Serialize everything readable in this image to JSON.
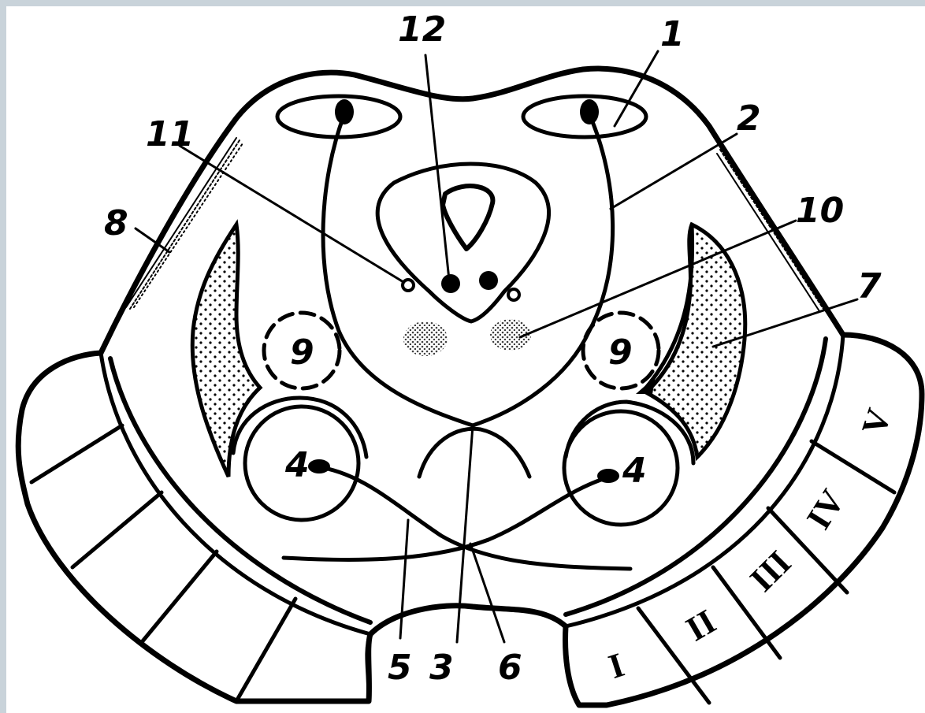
{
  "diagram": {
    "labels": {
      "l1": "1",
      "l2": "2",
      "l3": "3",
      "l4a": "4",
      "l4b": "4",
      "l5": "5",
      "l6": "6",
      "l7": "7",
      "l8": "8",
      "l9a": "9",
      "l9b": "9",
      "l10": "10",
      "l11": "11",
      "l12": "12"
    },
    "segments": [
      "I",
      "II",
      "III",
      "IV",
      "V"
    ]
  },
  "colors": {
    "background": "#c9d3da",
    "canvas": "#ffffff",
    "ink": "#000000"
  }
}
